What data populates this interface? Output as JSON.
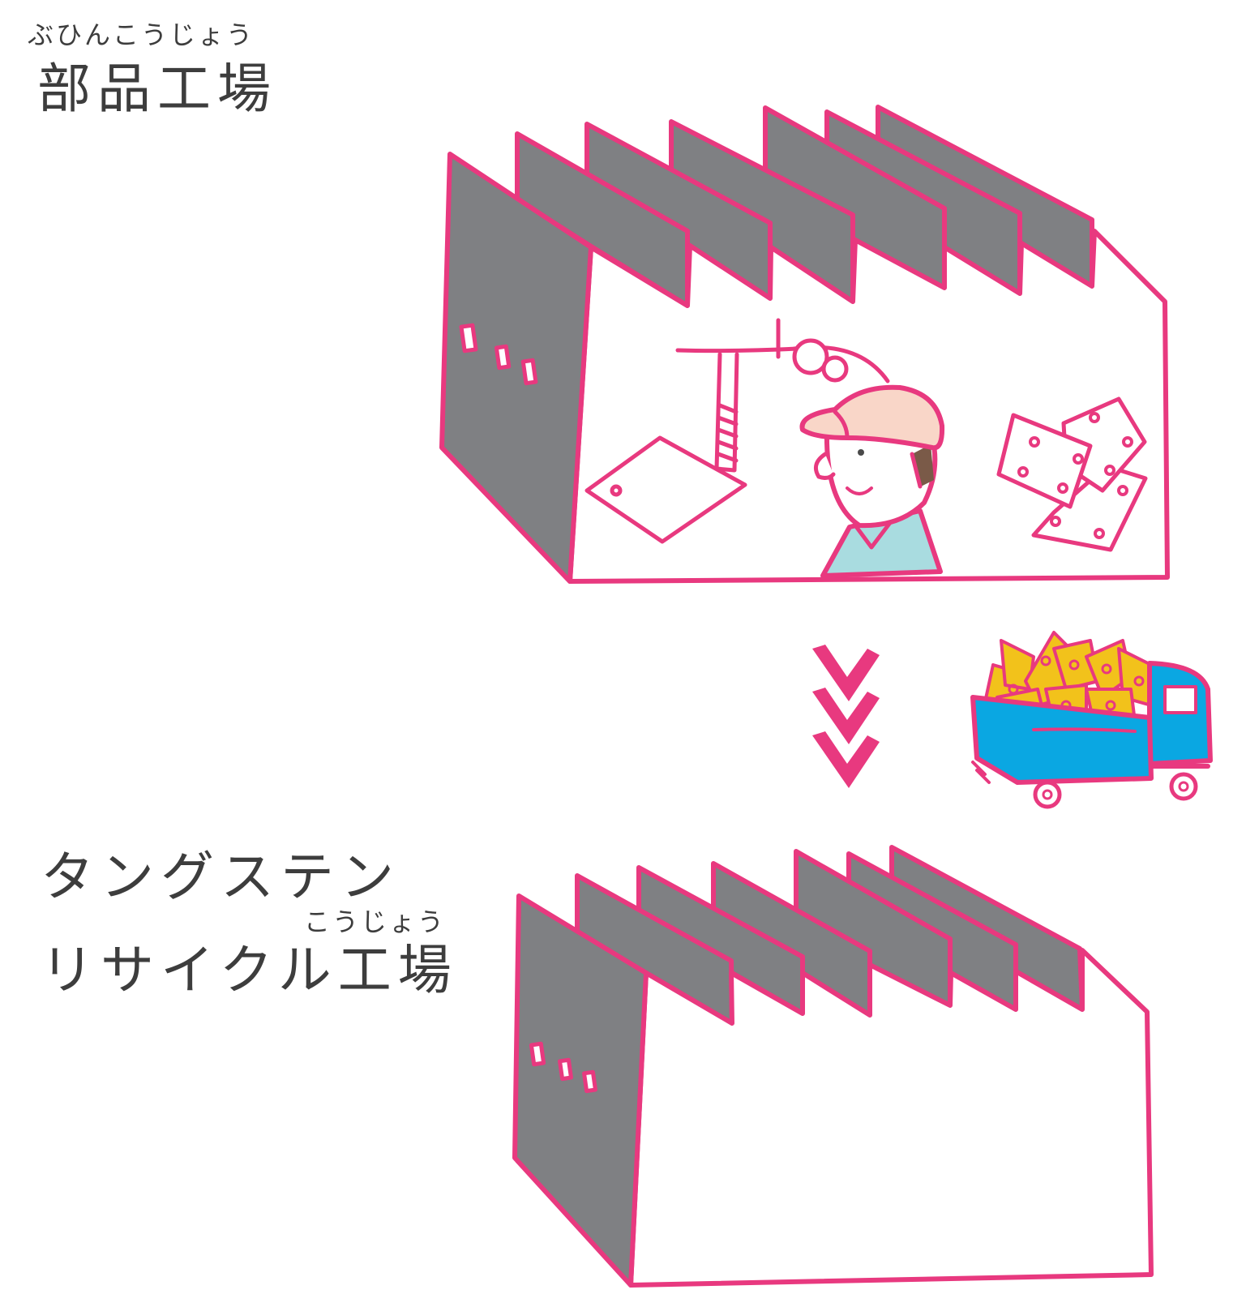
{
  "parts_factory": {
    "ruby": "ぶひんこうじょう",
    "name": "部品工場"
  },
  "recycle_factory": {
    "line1": "タングステン",
    "ruby": "こうじょう",
    "line2": "リサイクル工場"
  },
  "colors": {
    "outline": "#e8397f",
    "roof": "#7f8083",
    "cap": "#f9d6c8",
    "shirt": "#a9dce0",
    "truck": "#0aa7e2",
    "scrap": "#f2c21b",
    "text": "#3d3d3d"
  }
}
